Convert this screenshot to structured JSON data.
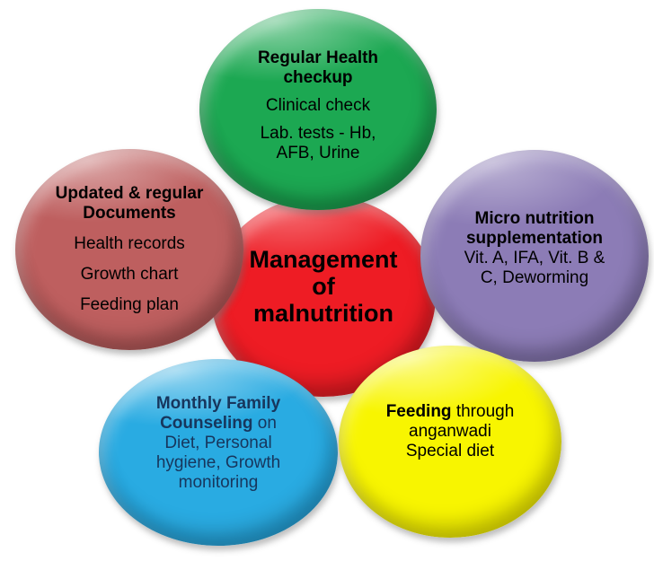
{
  "diagram": {
    "title": "Management of malnutrition",
    "center": {
      "line1": "Management",
      "line2": "of",
      "line3": "malnutrition",
      "color": "#EE1C24"
    },
    "top": {
      "heading_line1": "Regular Health",
      "heading_line2": "checkup",
      "item1": "Clinical check",
      "item2_line1": "Lab. tests - Hb,",
      "item2_line2": "AFB, Urine",
      "color": "#1CA852"
    },
    "left": {
      "heading_line1": "Updated & regular",
      "heading_line2": "Documents",
      "item1": "Health records",
      "item2": "Growth chart",
      "item3": "Feeding plan",
      "color": "#BE5F5F"
    },
    "right": {
      "heading_line1": "Micro nutrition",
      "heading_line2": "supplementation",
      "item_line1": "Vit. A, IFA, Vit. B &",
      "item_line2": "C, Deworming",
      "color": "#8C7CB6"
    },
    "bottom_left": {
      "heading_line1": "Monthly Family",
      "heading_line2_bold": "Counseling",
      "heading_line2_rest": " on",
      "item_line1": "Diet, Personal",
      "item_line2": "hygiene, Growth",
      "item_line3": "monitoring",
      "color": "#29ABE2",
      "text_color": "#17365D"
    },
    "bottom_right": {
      "heading_bold": "Feeding",
      "heading_rest": " through",
      "item_line1": "anganwadi",
      "item_line2": "Special diet",
      "color": "#F8F500"
    }
  }
}
